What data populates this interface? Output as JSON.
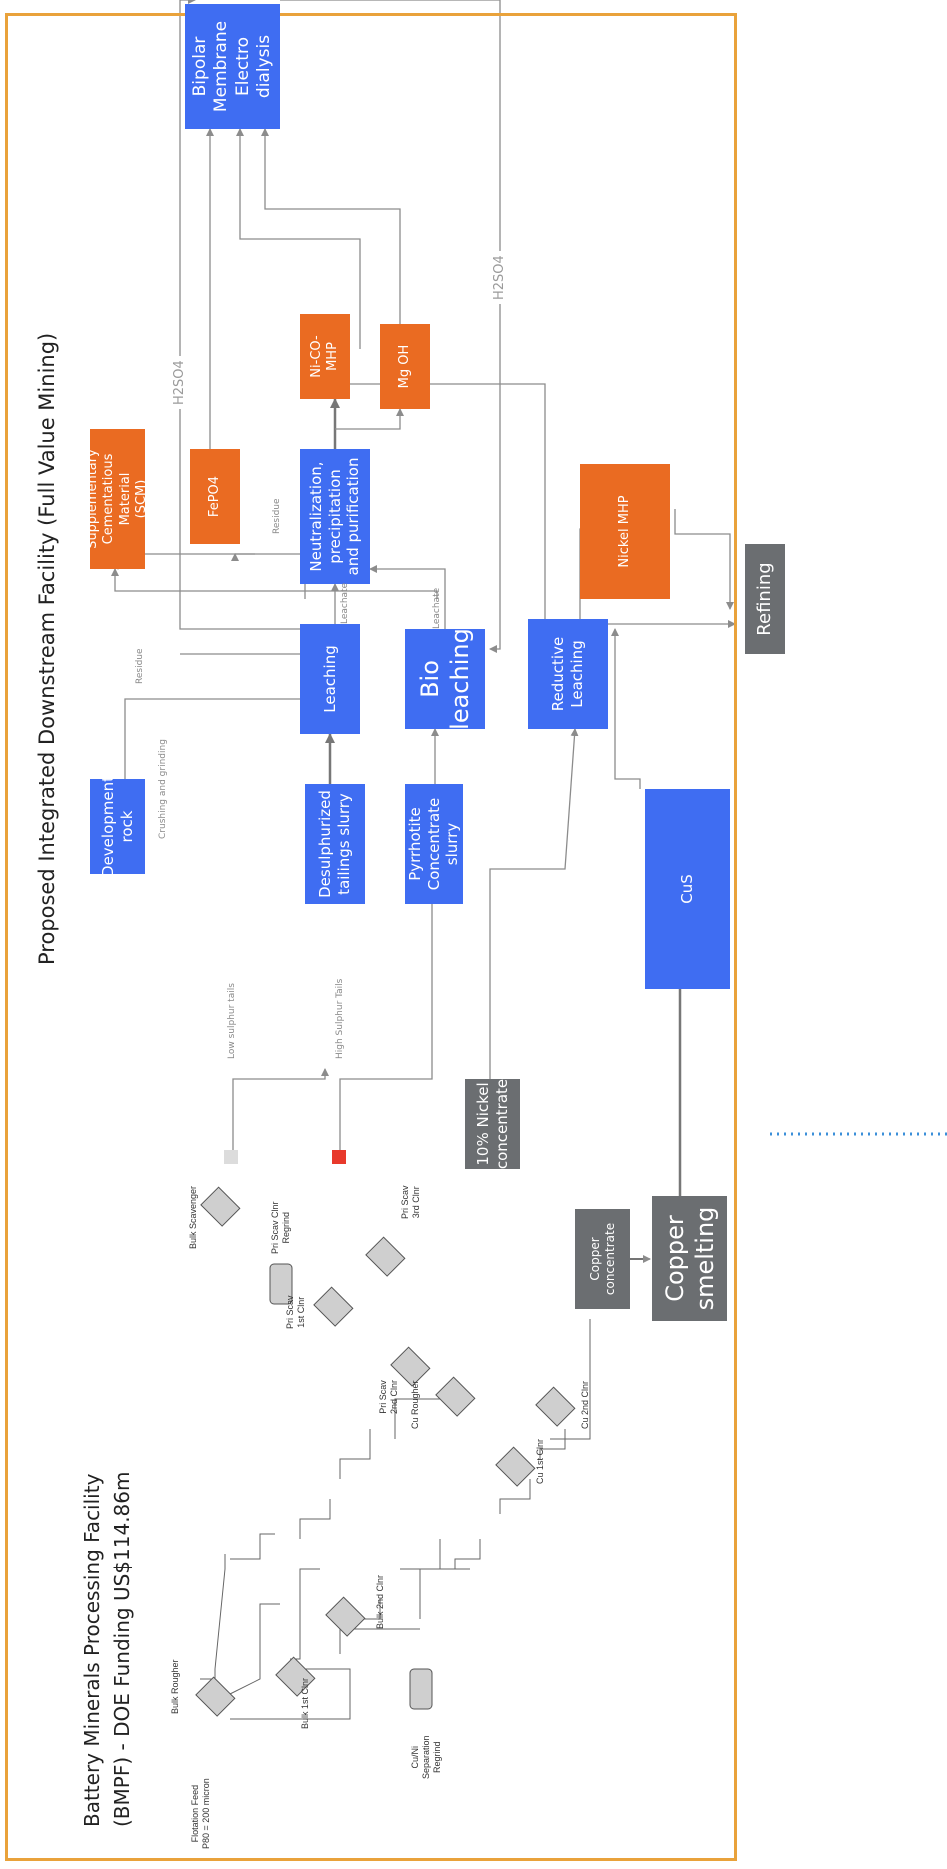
{
  "titles": {
    "main": "Proposed Integrated Downstream Facility (Full Value Mining)",
    "bmpf_line1": "Battery Minerals Processing Facility",
    "bmpf_line2": "(BMPF) - DOE Funding US$114.86m"
  },
  "boxes": {
    "development_rock": "Development\nrock",
    "desulphurized": "Desulphurized\ntailings slurry",
    "pyrrhotite": "Pyrrhotite\nConcentrate\nslurry",
    "leaching": "Leaching",
    "bio_leaching": "Bio\nleaching",
    "reductive_leaching": "Reductive\nLeaching",
    "cus": "CuS",
    "neutralization": "Neutralization, precipitation\nand purification",
    "scm": "Supplementary Cementatious\nMaterial\n(SCM)",
    "fepo4": "FePO4",
    "ni_co_mhp": "Ni-CO-MHP",
    "mg_oh": "Mg OH",
    "nickel_mhp": "Nickel MHP",
    "bipolar": "Bipolar\nMembrane\nElectro\ndialysis",
    "refining": "Refining",
    "nickel_concentrate": "10% Nickel\nconcentrate",
    "copper_concentrate": "Copper\nconcentrate",
    "copper_smelting": "Copper\nsmelting"
  },
  "flow_labels": {
    "crushing": "Crushing and grinding",
    "residue1": "Residue",
    "residue2": "Residue",
    "leachate1": "Leachate",
    "leachate2": "Leachate",
    "h2so4_1": "H2SO4",
    "h2so4_2": "H2SO4",
    "low_sulphur": "Low sulphur tails",
    "high_sulphur": "High Sulphur Tails"
  },
  "flotation": {
    "feed": "Flotation Feed\nP80 = 200 micron",
    "bulk_rougher": "Bulk Rougher",
    "bulk_scavenger": "Bulk Scavenger",
    "bulk_1st": "Bulk 1st Clnr",
    "bulk_2nd": "Bulk 2nd Clnr",
    "pri_scav_regrind": "Pri Scav Clnr\nRegrind",
    "pri_scav_1st": "Pri Scav\n1st Clnr",
    "pri_scav_2nd": "Pri Scav\n2nd Clnr",
    "pri_scav_3rd": "Pri Scav\n3rd Clnr",
    "cuni_regrind": "Cu/Ni\nSeparation\nRegrind",
    "cu_rougher": "Cu Rougher",
    "cu_1st": "Cu 1st Clnr",
    "cu_2nd": "Cu 2nd Clnr"
  },
  "colors": {
    "blue": "#3f6df2",
    "orange": "#ea6b22",
    "gray": "#6b6e71",
    "border": "#e9a23b",
    "dotted": "#3b8fd9"
  }
}
